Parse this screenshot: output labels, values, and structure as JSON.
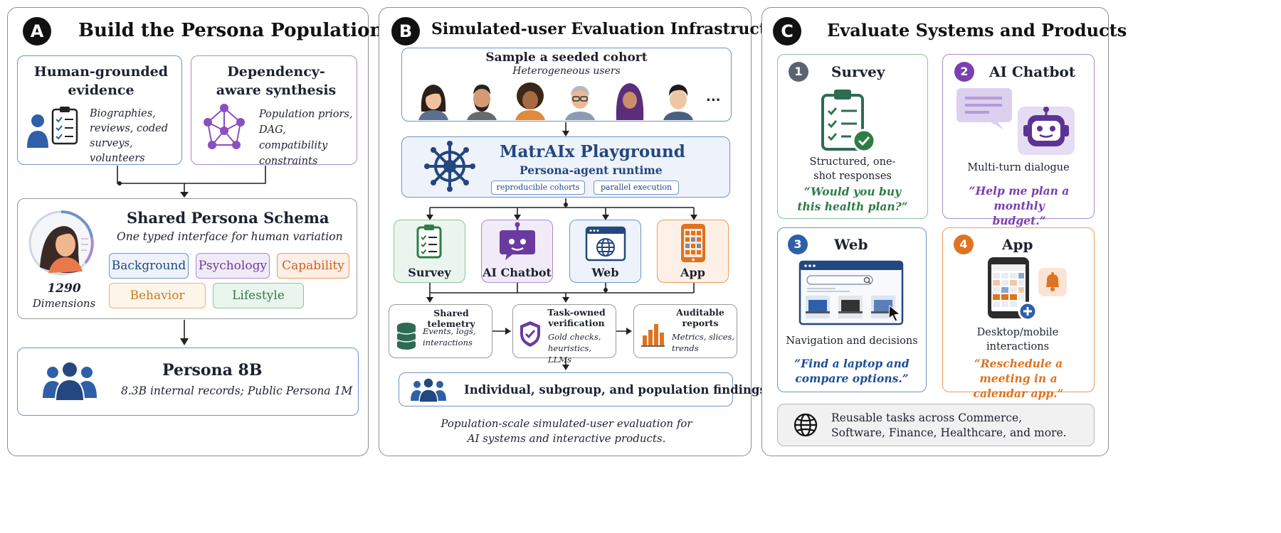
{
  "panel_a": {
    "letter": "A",
    "title": "Build the Persona Population",
    "evidence": {
      "title": "Human-grounded evidence",
      "text": "Biographies, reviews, coded surveys, volunteers"
    },
    "synthesis": {
      "title": "Dependency-aware synthesis",
      "text": "Population priors, DAG, compatibility constraints"
    },
    "schema": {
      "title": "Shared Persona Schema",
      "subtitle": "One typed interface for human variation",
      "count": "1290",
      "count_label": "Dimensions",
      "chips": [
        "Background",
        "Psychology",
        "Capability",
        "Behavior",
        "Lifestyle"
      ]
    },
    "persona": {
      "title": "Persona 8B",
      "text": "8.3B internal records; Public Persona 1M"
    }
  },
  "panel_b": {
    "letter": "B",
    "title": "Simulated-user Evaluation Infrastructure",
    "cohort": {
      "title": "Sample a seeded cohort",
      "subtitle": "Heterogeneous users",
      "more": "..."
    },
    "playground": {
      "title": "MatrAIx Playground",
      "subtitle": "Persona-agent runtime",
      "tags": [
        "reproducible cohorts",
        "parallel execution"
      ]
    },
    "targets": [
      "Survey",
      "AI Chatbot",
      "Web",
      "App"
    ],
    "telemetry": {
      "title": "Shared telemetry",
      "text": "Events, logs, interactions"
    },
    "verification": {
      "title": "Task-owned verification",
      "text": "Gold checks, heuristics, LLMs"
    },
    "reports": {
      "title": "Auditable reports",
      "text": "Metrics, slices, trends"
    },
    "findings": "Individual, subgroup, and population findings",
    "caption": "Population-scale simulated-user evaluation for AI systems and interactive products."
  },
  "panel_c": {
    "letter": "C",
    "title": "Evaluate Systems and Products",
    "cards": [
      {
        "num": "1",
        "title": "Survey",
        "desc": "Structured, one-shot responses",
        "quote": "“Would you buy this health plan?”"
      },
      {
        "num": "2",
        "title": "AI Chatbot",
        "desc": "Multi-turn dialogue",
        "quote": "“Help me plan a monthly budget.”"
      },
      {
        "num": "3",
        "title": "Web",
        "desc": "Navigation and decisions",
        "quote": "“Find a laptop and compare options.”"
      },
      {
        "num": "4",
        "title": "App",
        "desc": "Desktop/mobile interactions",
        "quote": "“Reschedule a meeting in a calendar app.”"
      }
    ],
    "footer": "Reusable tasks across Commerce, Software, Finance, Healthcare, and more."
  },
  "colors": {
    "navy": "#23477f",
    "purple": "#7b3fb0",
    "green": "#2e7d46",
    "orange": "#e0731f",
    "blue_fill": "#eef3fb",
    "purple_fill": "#f1ebf8",
    "green_fill": "#eaf5ee",
    "orange_fill": "#fdf1e7"
  },
  "icons": [
    "person-clipboard-icon",
    "network-graph-icon",
    "persona-avatar-icon",
    "people-group-icon",
    "ship-wheel-icon",
    "clipboard-icon",
    "robot-icon",
    "web-globe-icon",
    "smartphone-app-icon",
    "database-icon",
    "shield-check-icon",
    "bar-chart-icon",
    "chat-bubble-icon",
    "browser-laptops-icon",
    "calendar-phone-icon",
    "bell-icon",
    "globe-icon"
  ]
}
